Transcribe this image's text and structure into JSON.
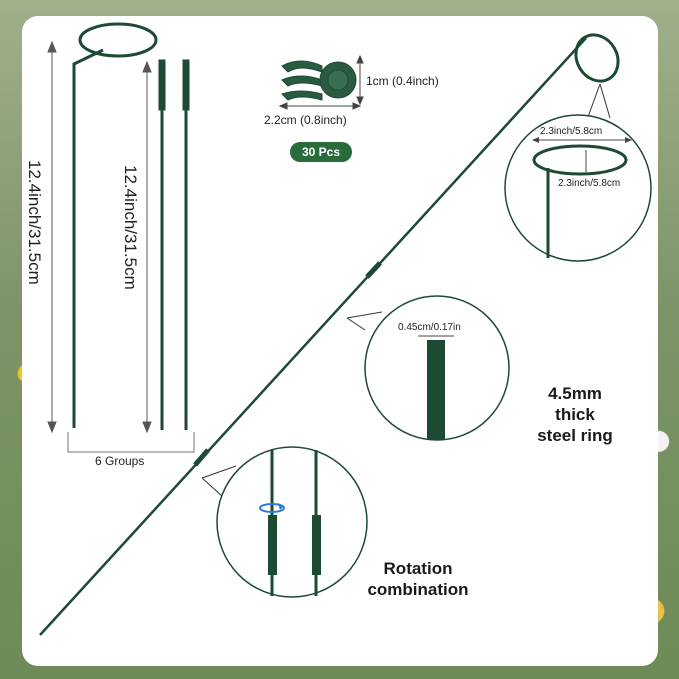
{
  "labels": {
    "tall_height": "12.4inch/31.5cm",
    "rod_height": "12.4inch/31.5cm",
    "groups": "6 Groups",
    "clip_height": "1cm (0.4inch)",
    "clip_width": "2.2cm (0.8inch)",
    "quantity": "30 Pcs",
    "ring_diameter_top": "2.3inch/5.8cm",
    "ring_diameter_side": "2.3inch/5.8cm",
    "rod_thickness": "0.45cm/0.17in",
    "steel_ring_line1": "4.5mm",
    "steel_ring_line2": "thick",
    "steel_ring_line3": "steel ring",
    "rotation_line1": "Rotation",
    "rotation_line2": "combination"
  },
  "colors": {
    "stake": "#1d4a33",
    "badge": "#2a6b3c",
    "text": "#222222"
  },
  "icons": [
    "rotation-arrow-icon",
    "clip-icon"
  ]
}
